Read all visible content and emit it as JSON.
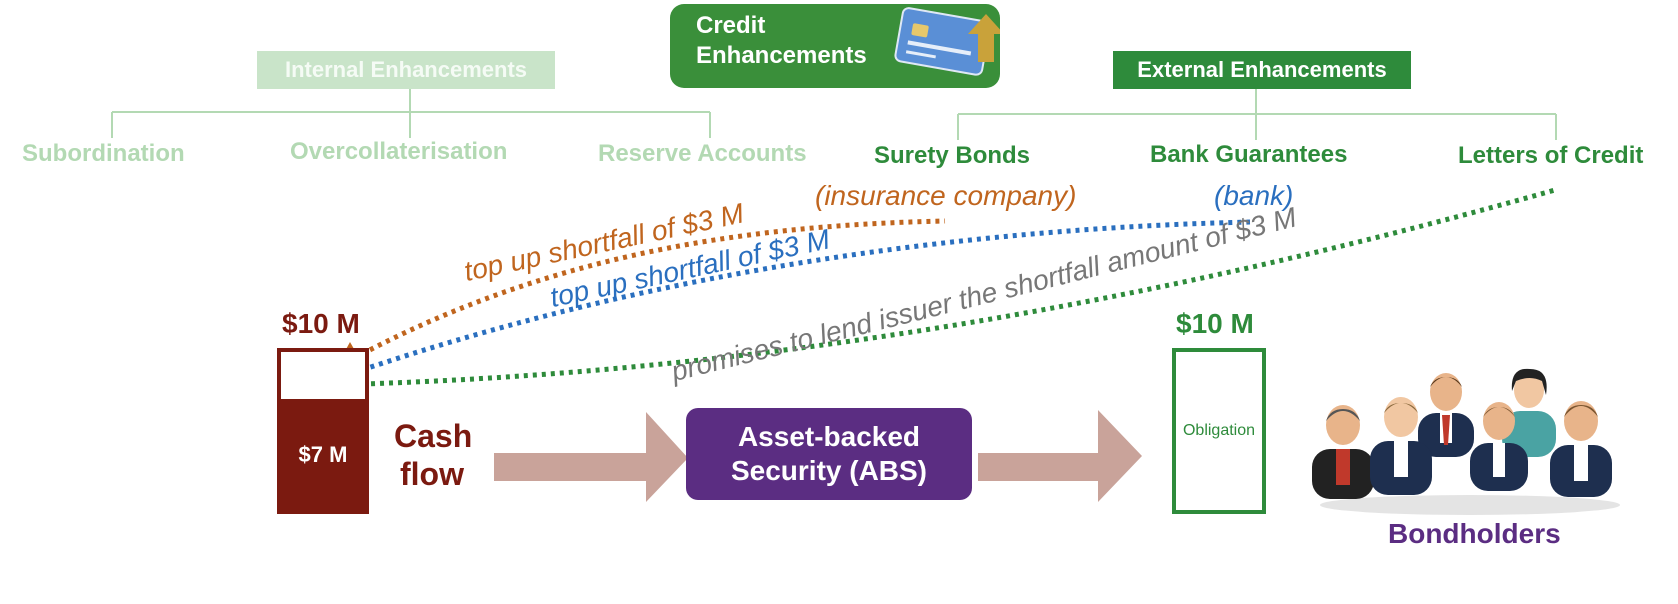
{
  "title": {
    "line1": "Credit",
    "line2": "Enhancements"
  },
  "internal": {
    "label": "Internal Enhancements",
    "items": [
      "Subordination",
      "Overcollaterisation",
      "Reserve Accounts"
    ]
  },
  "external": {
    "label": "External Enhancements",
    "items": [
      "Surety Bonds",
      "Bank Guarantees",
      "Letters of Credit"
    ]
  },
  "notes": {
    "insurance": "(insurance company)",
    "bank": "(bank)",
    "topup_orange": "top up shortfall of $3 M",
    "topup_blue": "top up shortfall of $3 M",
    "promise": "promises to lend issuer the shortfall amount of $3 M"
  },
  "issuer": {
    "total": "$10 M",
    "held": "$7 M",
    "held_fraction": 0.7
  },
  "cashflow": {
    "line1": "Cash",
    "line2": "flow"
  },
  "abs": {
    "line1": "Asset-backed",
    "line2": "Security (ABS)"
  },
  "obligation": {
    "total": "$10 M",
    "label": "Obligation"
  },
  "bondholders": "Bondholders",
  "colors": {
    "dark_green": "#2e8b3b",
    "light_green": "#b3d9b3",
    "maroon": "#7b1a10",
    "purple": "#5b2d82",
    "orange": "#c0651e",
    "blue": "#2a6fbf",
    "gray": "#777777",
    "arrow": "#c9a39a"
  }
}
